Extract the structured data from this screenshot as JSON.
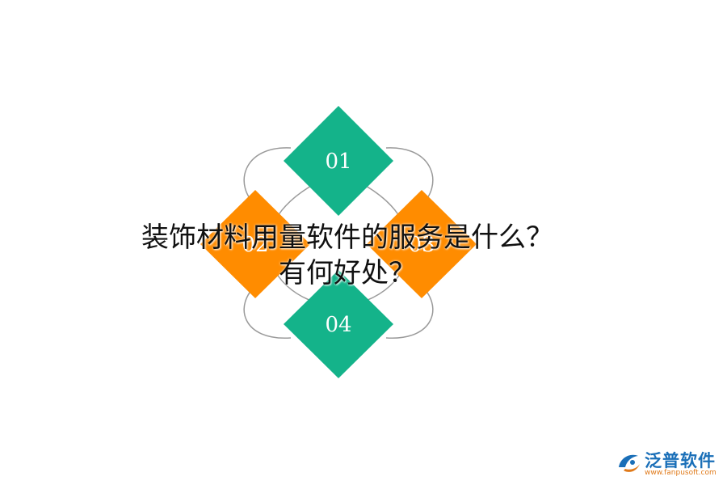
{
  "diagram": {
    "nodes": [
      {
        "label": "01",
        "color": "#14b38a"
      },
      {
        "label": "02",
        "color": "#ff8c00"
      },
      {
        "label": "03",
        "color": "#ff8c00"
      },
      {
        "label": "04",
        "color": "#14b38a"
      }
    ],
    "ring_color": "#9a9a9a"
  },
  "title": {
    "line1": "装饰材料用量软件的服务是什么？",
    "line2": "有何好处？"
  },
  "logo": {
    "name": "泛普软件",
    "url": "www.fanpusoft.com",
    "primary_color": "#1a6fb8",
    "accent_color": "#e07a1a"
  }
}
